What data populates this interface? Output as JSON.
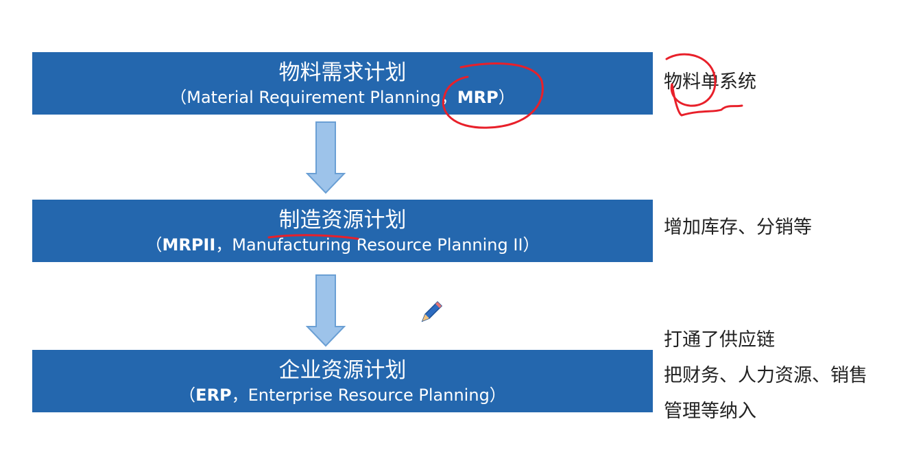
{
  "colors": {
    "box_fill": "#2467ae",
    "arrow_fill": "#9dc3ea",
    "arrow_stroke": "#6a9fd4",
    "annotation_red": "#e8202a"
  },
  "boxes": [
    {
      "title": "物料需求计划",
      "subtitle_prefix": "（Material Requirement Planning，",
      "subtitle_bold": "MRP",
      "subtitle_suffix": "）"
    },
    {
      "title": "制造资源计划",
      "subtitle_prefix": "（",
      "subtitle_bold": "MRPII",
      "subtitle_suffix": "，Manufacturing Resource Planning II）"
    },
    {
      "title": "企业资源计划",
      "subtitle_prefix": "（",
      "subtitle_bold": "ERP",
      "subtitle_suffix": "，Enterprise Resource Planning）"
    }
  ],
  "notes": {
    "note1": "物料单系统",
    "note2": "增加库存、分销等",
    "note3": [
      "打通了供应链",
      "把财务、人力资源、销售",
      "管理等纳入"
    ]
  },
  "icons": [
    "down-arrow-icon",
    "pencil-icon"
  ]
}
